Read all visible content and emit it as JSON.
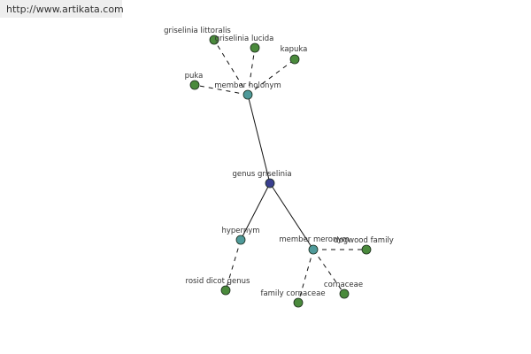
{
  "source_url": "http://www.artikata.com",
  "colors": {
    "leaf": "#4a8a3c",
    "relation": "#4f9a9a",
    "root": "#3a3f8f",
    "edge": "#111111"
  },
  "nodes": [
    {
      "id": "genus-griselinia",
      "label": "genus griselinia",
      "kind": "root"
    },
    {
      "id": "member-holonym",
      "label": "member holonym",
      "kind": "relation"
    },
    {
      "id": "hypernym",
      "label": "hypernym",
      "kind": "relation"
    },
    {
      "id": "member-meronym",
      "label": "member meronym",
      "kind": "relation"
    },
    {
      "id": "griselinia-littoralis",
      "label": "griselinia littoralis",
      "kind": "leaf"
    },
    {
      "id": "griselinia-lucida",
      "label": "griselinia lucida",
      "kind": "leaf"
    },
    {
      "id": "kapuka",
      "label": "kapuka",
      "kind": "leaf"
    },
    {
      "id": "puka",
      "label": "puka",
      "kind": "leaf"
    },
    {
      "id": "rosid-dicot-genus",
      "label": "rosid dicot genus",
      "kind": "leaf"
    },
    {
      "id": "dogwood-family",
      "label": "dogwood family",
      "kind": "leaf"
    },
    {
      "id": "cornaceae",
      "label": "cornaceae",
      "kind": "leaf"
    },
    {
      "id": "family-cornaceae",
      "label": "family cornaceae",
      "kind": "leaf"
    }
  ],
  "edges": [
    {
      "from": "genus-griselinia",
      "to": "member-holonym",
      "style": "solid"
    },
    {
      "from": "genus-griselinia",
      "to": "hypernym",
      "style": "solid"
    },
    {
      "from": "genus-griselinia",
      "to": "member-meronym",
      "style": "solid"
    },
    {
      "from": "member-holonym",
      "to": "griselinia-littoralis",
      "style": "dashed"
    },
    {
      "from": "member-holonym",
      "to": "griselinia-lucida",
      "style": "dashed"
    },
    {
      "from": "member-holonym",
      "to": "kapuka",
      "style": "dashed"
    },
    {
      "from": "member-holonym",
      "to": "puka",
      "style": "dashed"
    },
    {
      "from": "hypernym",
      "to": "rosid-dicot-genus",
      "style": "dashed"
    },
    {
      "from": "member-meronym",
      "to": "dogwood-family",
      "style": "dashed"
    },
    {
      "from": "member-meronym",
      "to": "cornaceae",
      "style": "dashed"
    },
    {
      "from": "member-meronym",
      "to": "family-cornaceae",
      "style": "dashed"
    }
  ]
}
